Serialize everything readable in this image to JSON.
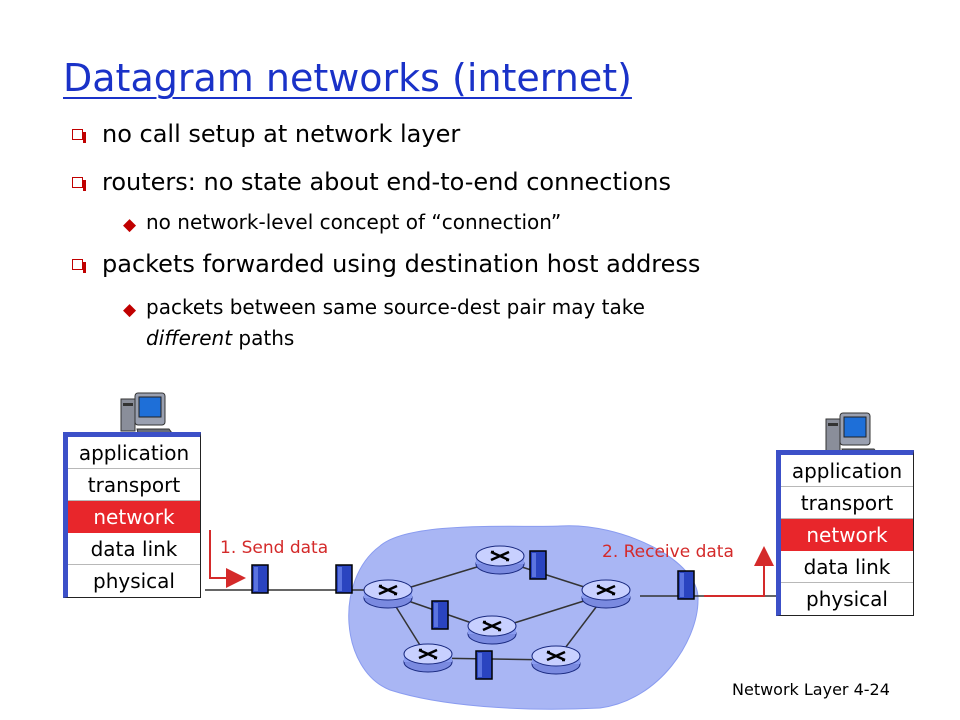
{
  "slide": {
    "title": "Datagram networks (internet)",
    "bullets": [
      "no call setup at network layer",
      "routers: no state about end-to-end connections",
      "packets forwarded using destination host address"
    ],
    "sub_bullets": [
      "no network-level concept of “connection”",
      "packets between same source-dest pair may take"
    ],
    "sub_bullet_cont_italic": "different",
    "sub_bullet_cont_rest": " paths",
    "footer": "Network Layer  4-24"
  },
  "diagram": {
    "left_stack": [
      "application",
      "transport",
      "network",
      "data link",
      "physical"
    ],
    "right_stack": [
      "application",
      "transport",
      "network",
      "data link",
      "physical"
    ],
    "send_label": "1. Send data",
    "receive_label": "2. Receive data",
    "colors": {
      "title": "#1a32c8",
      "network_layer": "#e8262b",
      "accent_red": "#d42a2a",
      "cloud": "#8a9cf0",
      "packet": "#2a44c0"
    }
  }
}
